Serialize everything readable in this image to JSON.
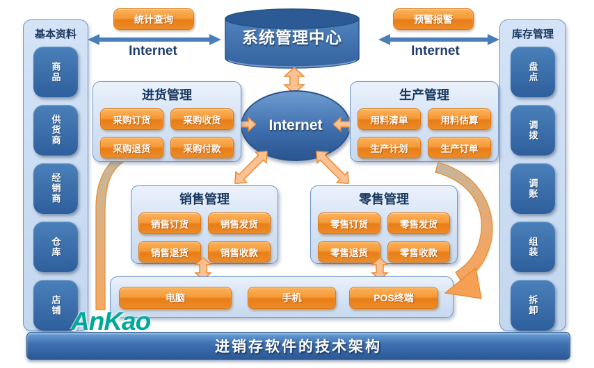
{
  "top": {
    "stats_button": "统计查询",
    "alert_button": "预警报警",
    "internet_left": "Internet",
    "internet_right": "Internet",
    "center_db": "系统管理中心",
    "internet_hub": "Internet"
  },
  "left_sidebar": {
    "title": "基本资料",
    "items": [
      "商品",
      "供货商",
      "经销商",
      "仓库",
      "店铺"
    ]
  },
  "right_sidebar": {
    "title": "库存管理",
    "items": [
      "盘点",
      "调拨",
      "调账",
      "组装",
      "拆卸"
    ]
  },
  "modules": {
    "purchase": {
      "title": "进货管理",
      "items": [
        "采购订货",
        "采购收货",
        "采购退货",
        "采购付款"
      ]
    },
    "production": {
      "title": "生产管理",
      "items": [
        "用料清单",
        "用料估算",
        "生产计划",
        "生产订单"
      ]
    },
    "sales": {
      "title": "销售管理",
      "items": [
        "销售订货",
        "销售发货",
        "销售退货",
        "销售收款"
      ]
    },
    "retail": {
      "title": "零售管理",
      "items": [
        "零售订货",
        "零售发货",
        "零售退货",
        "零售收款"
      ]
    }
  },
  "terminals": {
    "items": [
      "电脑",
      "手机",
      "POS终端"
    ]
  },
  "banner": {
    "title": "进销存软件的技术架构",
    "logo": "AnKao"
  },
  "colors": {
    "accent_orange": "#ee8222",
    "deep_blue": "#2e5f9c",
    "panel_blue": "#ccdef4",
    "navy_text": "#17375e",
    "arrow_blue": "#4a7ebb",
    "logo_teal": "#00a79b",
    "curve_tan": "#c0b49a"
  }
}
